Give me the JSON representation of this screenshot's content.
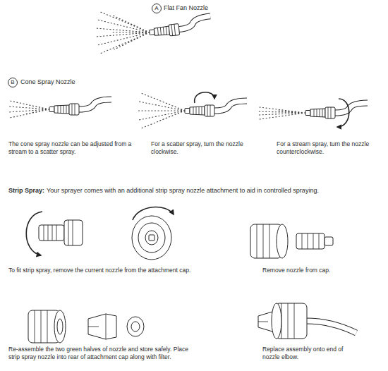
{
  "diagram": {
    "nodes": [
      {
        "text": [
          "A"
        ]
      },
      {
        "text": [
          "B"
        ]
      }
    ],
    "labels": [
      "Flat Fan Nozzle",
      "Cone Spray Nozzle",
      "The cone spray nozzle can be adjusted from a stream to a scatter spray.",
      "For a scatter spray, turn the nozzle clockwise.",
      "For a stream spray, turn the nozzle counterclockwise.",
      "Strip Spray:",
      "Your sprayer comes with an additional strip spray nozzle attachment to aid in controlled spraying.",
      "To fit strip spray, remove the current nozzle from the attachment cap.",
      "Remove nozzle from cap.",
      "Re-assemble the two green halves of nozzle and store safely. Place strip spray nozzle into rear of attachment cap along with filter.",
      "Replace assembly onto end of nozzle elbow."
    ]
  }
}
